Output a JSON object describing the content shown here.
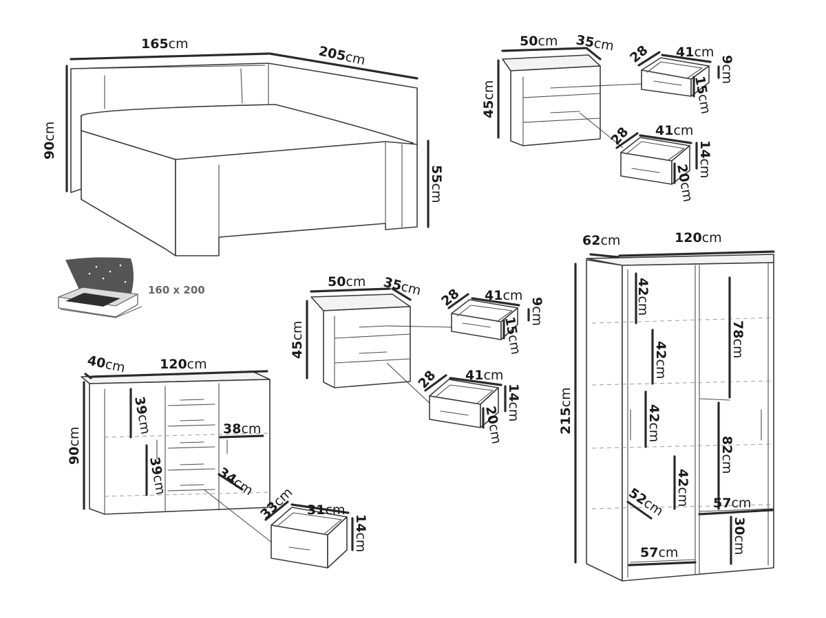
{
  "bed": {
    "width": "165",
    "length": "205",
    "height": "90",
    "foot_height": "55",
    "mattress_size": "160 x 200"
  },
  "nightstand_top": {
    "width": "50",
    "depth": "35",
    "height": "45",
    "drawer_small": {
      "depth": "28",
      "width": "41",
      "front": "9",
      "side": "15"
    },
    "drawer_large": {
      "depth": "28",
      "width": "41",
      "front": "14",
      "side": "20"
    }
  },
  "nightstand_mid": {
    "width": "50",
    "depth": "35",
    "height": "45",
    "drawer_small": {
      "depth": "28",
      "width": "41",
      "front": "9",
      "side": "15"
    },
    "drawer_large": {
      "depth": "28",
      "width": "41",
      "front": "14",
      "side": "20"
    }
  },
  "dresser": {
    "depth": "40",
    "width": "120",
    "height": "90",
    "shelf_upper": "39",
    "shelf_lower": "39",
    "compartment": "38",
    "drawer_diag": "34",
    "drawer": {
      "depth": "33",
      "width": "31",
      "front": "14"
    }
  },
  "wardrobe": {
    "depth": "62",
    "width": "120",
    "height": "215",
    "shelves": [
      "42",
      "42",
      "42",
      "42"
    ],
    "hang_upper": "78",
    "hang_lower": "82",
    "shelf_width": "57",
    "bottom_width": "57",
    "base_height": "30",
    "diag": "52"
  },
  "unit": "cm"
}
